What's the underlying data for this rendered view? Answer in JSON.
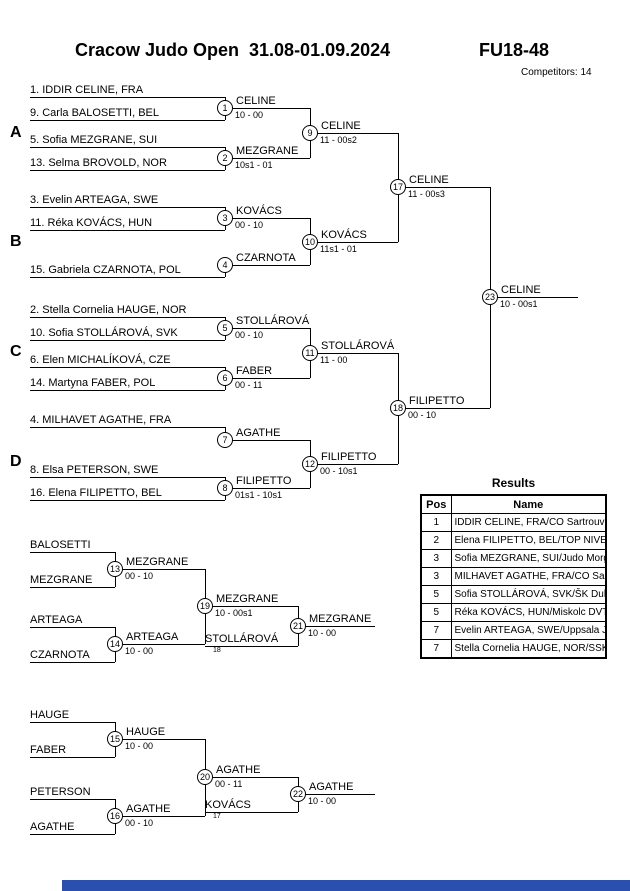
{
  "header": {
    "title": "Cracow Judo Open  31.08-01.09.2024",
    "category": "FU18-48",
    "competitors_label": "Competitors: 14"
  },
  "groups": [
    "A",
    "B",
    "C",
    "D"
  ],
  "main_bracket": {
    "competitors": [
      {
        "name": "1. IDDIR CELINE, FRA"
      },
      {
        "name": "9. Carla BALOSETTI, BEL"
      },
      {
        "name": "5. Sofia MEZGRANE, SUI"
      },
      {
        "name": "13. Selma BROVOLD, NOR"
      },
      {
        "name": "3. Evelin ARTEAGA, SWE"
      },
      {
        "name": "11. Réka KOVÁCS, HUN"
      },
      {
        "name": "15. Gabriela CZARNOTA, POL"
      },
      {
        "name": "2. Stella Cornelia HAUGE, NOR"
      },
      {
        "name": "10. Sofia STOLLÁROVÁ, SVK"
      },
      {
        "name": "6. Elen MICHALÍKOVÁ, CZE"
      },
      {
        "name": "14. Martyna FABER, POL"
      },
      {
        "name": "4. MILHAVET AGATHE, FRA"
      },
      {
        "name": "8. Elsa PETERSON, SWE"
      },
      {
        "name": "16. Elena FILIPETTO, BEL"
      }
    ],
    "matches": [
      {
        "number": 1,
        "winner": "CELINE",
        "score": "10 - 00"
      },
      {
        "number": 2,
        "winner": "MEZGRANE",
        "score": "10s1 - 01"
      },
      {
        "number": 3,
        "winner": "KOVÁCS",
        "score": "00 - 10"
      },
      {
        "number": 4,
        "winner": "CZARNOTA",
        "score": ""
      },
      {
        "number": 5,
        "winner": "STOLLÁROVÁ",
        "score": "00 - 10"
      },
      {
        "number": 6,
        "winner": "FABER",
        "score": "00 - 11"
      },
      {
        "number": 7,
        "winner": "AGATHE",
        "score": ""
      },
      {
        "number": 8,
        "winner": "FILIPETTO",
        "score": "01s1 - 10s1"
      },
      {
        "number": 9,
        "winner": "CELINE",
        "score": "11 - 00s2"
      },
      {
        "number": 10,
        "winner": "KOVÁCS",
        "score": "11s1 - 01"
      },
      {
        "number": 11,
        "winner": "STOLLÁROVÁ",
        "score": "11 - 00"
      },
      {
        "number": 12,
        "winner": "FILIPETTO",
        "score": "00 - 10s1"
      },
      {
        "number": 17,
        "winner": "CELINE",
        "score": "11 - 00s3"
      },
      {
        "number": 18,
        "winner": "FILIPETTO",
        "score": "00 - 10"
      },
      {
        "number": 23,
        "winner": "CELINE",
        "score": "10 - 00s1"
      }
    ]
  },
  "repechage": {
    "competitors": [
      {
        "name": "BALOSETTI"
      },
      {
        "name": "MEZGRANE"
      },
      {
        "name": "ARTEAGA"
      },
      {
        "name": "CZARNOTA"
      },
      {
        "name": "HAUGE"
      },
      {
        "name": "FABER"
      },
      {
        "name": "PETERSON"
      },
      {
        "name": "AGATHE"
      }
    ],
    "matches": [
      {
        "number": 13,
        "winner": "MEZGRANE",
        "score": "00 - 10"
      },
      {
        "number": 14,
        "winner": "ARTEAGA",
        "score": "10 - 00"
      },
      {
        "number": 19,
        "winner": "MEZGRANE",
        "score": "10 - 00s1"
      },
      {
        "number": 21,
        "winner": "MEZGRANE",
        "score": "10 - 00"
      },
      {
        "number": 15,
        "winner": "HAUGE",
        "score": "10 - 00"
      },
      {
        "number": 16,
        "winner": "AGATHE",
        "score": "00 - 10"
      },
      {
        "number": 20,
        "winner": "AGATHE",
        "score": "00 - 11"
      },
      {
        "number": 22,
        "winner": "AGATHE",
        "score": "10 - 00"
      }
    ],
    "drop_ins": [
      {
        "name": "STOLLÁROVÁ",
        "from_match": "18"
      },
      {
        "name": "KOVÁCS",
        "from_match": "17"
      }
    ]
  },
  "results": {
    "title": "Results",
    "columns": [
      "Pos",
      "Name"
    ],
    "rows": [
      {
        "pos": "1",
        "name": "IDDIR CELINE, FRA/CO Sartrouville"
      },
      {
        "pos": "2",
        "name": "Elena FILIPETTO, BEL/TOP NIVEAU"
      },
      {
        "pos": "3",
        "name": "Sofia MEZGRANE, SUI/Judo Morges-"
      },
      {
        "pos": "3",
        "name": "MILHAVET AGATHE, FRA/CO Sartrou"
      },
      {
        "pos": "5",
        "name": "Sofia STOLLÁROVÁ, SVK/ŠK Dukla"
      },
      {
        "pos": "5",
        "name": "Réka KOVÁCS, HUN/Miskolc DVTK"
      },
      {
        "pos": "7",
        "name": "Evelin ARTEAGA, SWE/Uppsala Judo"
      },
      {
        "pos": "7",
        "name": "Stella Cornelia HAUGE, NOR/SSK Ju"
      }
    ]
  },
  "colors": {
    "bottom_strip": "#2a4fae"
  }
}
